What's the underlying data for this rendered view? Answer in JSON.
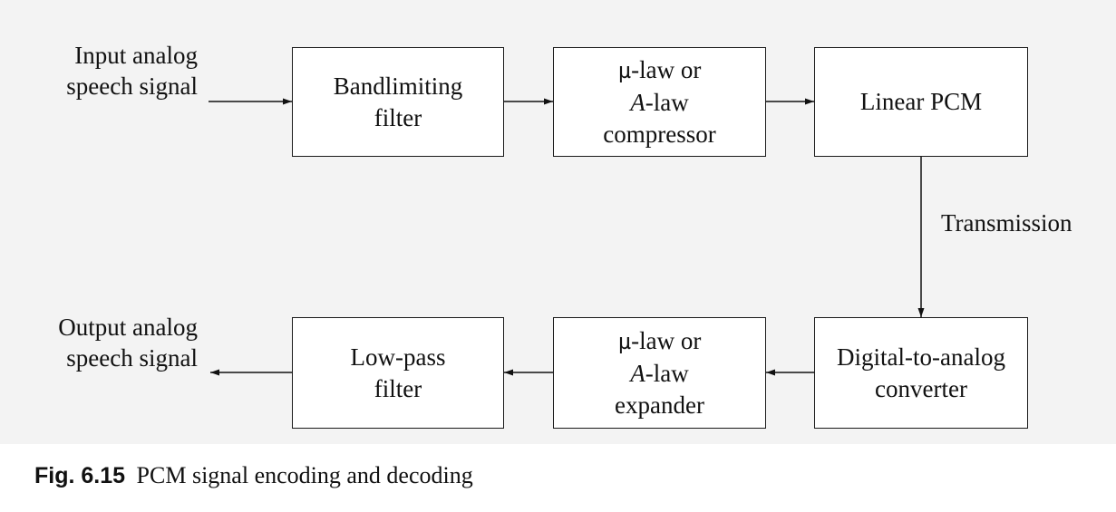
{
  "input_label": [
    "Input analog",
    "speech signal"
  ],
  "output_label": [
    "Output analog",
    "speech signal"
  ],
  "transmission_label": "Transmission",
  "blocks": {
    "bandlimiting_filter": [
      "Bandlimiting",
      "filter"
    ],
    "compressor": {
      "mu": "µ",
      "l1_rest": "-law or",
      "a": "A",
      "l2_rest": "-law",
      "l3": "compressor"
    },
    "linear_pcm": [
      "Linear PCM"
    ],
    "dac": [
      "Digital-to-analog",
      "converter"
    ],
    "expander": {
      "mu": "µ",
      "l1_rest": "-law or",
      "a": "A",
      "l2_rest": "-law",
      "l3": "expander"
    },
    "low_pass_filter": [
      "Low-pass",
      "filter"
    ]
  },
  "caption": {
    "number": "Fig. 6.15",
    "text": "PCM signal encoding and decoding"
  }
}
